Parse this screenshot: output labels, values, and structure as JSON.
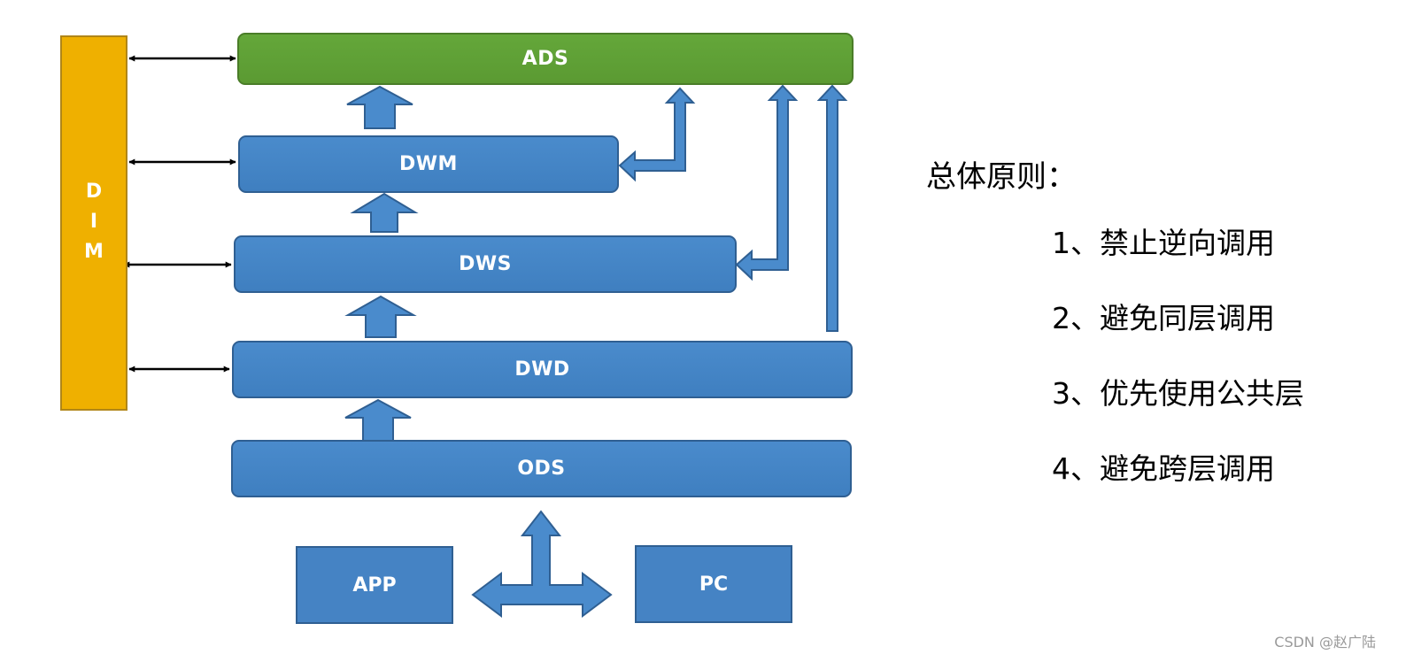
{
  "diagram": {
    "layers": {
      "ads": "ADS",
      "dwm": "DWM",
      "dws": "DWS",
      "dwd": "DWD",
      "ods": "ODS"
    },
    "dim_label": [
      "D",
      "I",
      "M"
    ],
    "sources": {
      "app": "APP",
      "pc": "PC"
    }
  },
  "principles": {
    "title": "总体原则：",
    "items": [
      "1、禁止逆向调用",
      "2、避免同层调用",
      "3、优先使用公共层",
      "4、避免跨层调用"
    ]
  },
  "watermark": "CSDN @赵广陆",
  "colors": {
    "layer_blue": "#4a8bcc",
    "ads_green": "#5b9a32",
    "dim_yellow": "#efb000"
  }
}
